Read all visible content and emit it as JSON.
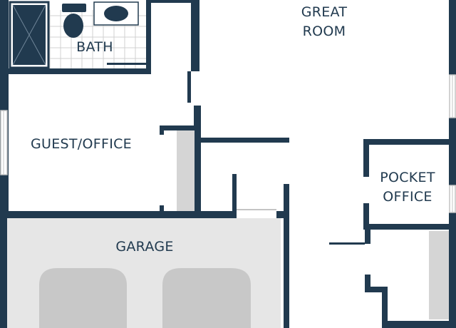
{
  "rooms": {
    "bath": {
      "label": "BATH"
    },
    "great_room": {
      "label_line1": "GREAT",
      "label_line2": "ROOM"
    },
    "guest_office": {
      "label": "GUEST/OFFICE"
    },
    "pocket_office": {
      "label_line1": "POCKET",
      "label_line2": "OFFICE"
    },
    "garage": {
      "label": "GARAGE"
    }
  },
  "colors": {
    "wall": "#213a4f",
    "floor": "#ffffff",
    "garage_floor": "#e6e6e6",
    "vehicle": "#c8c8c8",
    "closet": "#d5d5d5",
    "tile_grid": "#d0d0d0",
    "window": "#c4c4c4"
  }
}
